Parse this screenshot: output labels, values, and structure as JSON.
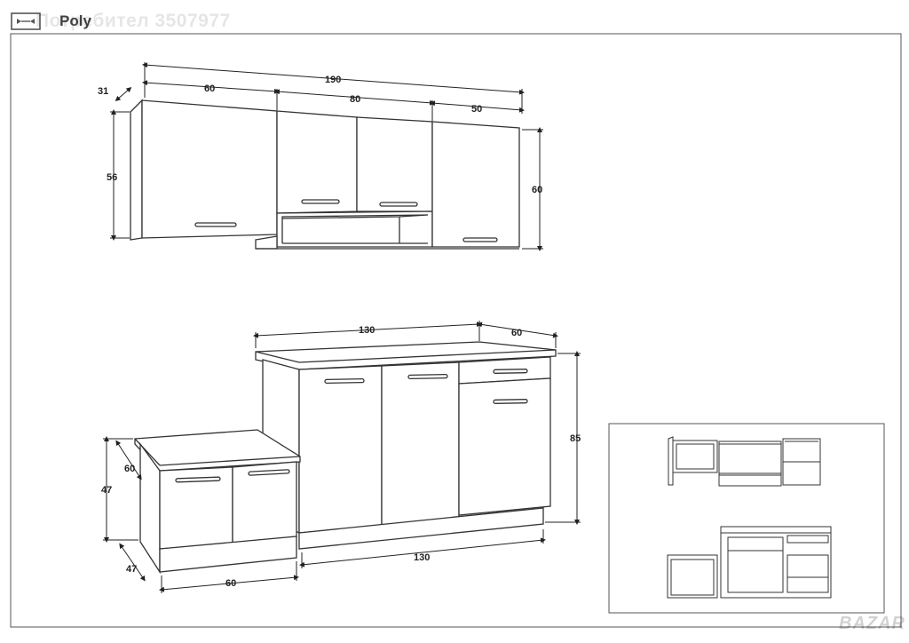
{
  "header": {
    "brand_name": "Poly",
    "brand_icon": "film-frame-icon",
    "watermark_text": "Потребител 3507977"
  },
  "logo": {
    "text": "BAZAR"
  },
  "upper_cabinets": {
    "total_width": "190",
    "depth": "31",
    "left_width": "60",
    "middle_width": "80",
    "right_width": "50",
    "left_height": "56",
    "right_height": "60"
  },
  "lower_cabinets": {
    "tall_width": "130",
    "tall_depth": "60",
    "tall_height": "85",
    "tall_base_width": "130",
    "low_depth": "60",
    "low_height": "47",
    "low_plinth_depth": "47",
    "low_width": "60"
  },
  "colors": {
    "line": "#333333",
    "frame": "#555555",
    "fill": "#ffffff"
  }
}
